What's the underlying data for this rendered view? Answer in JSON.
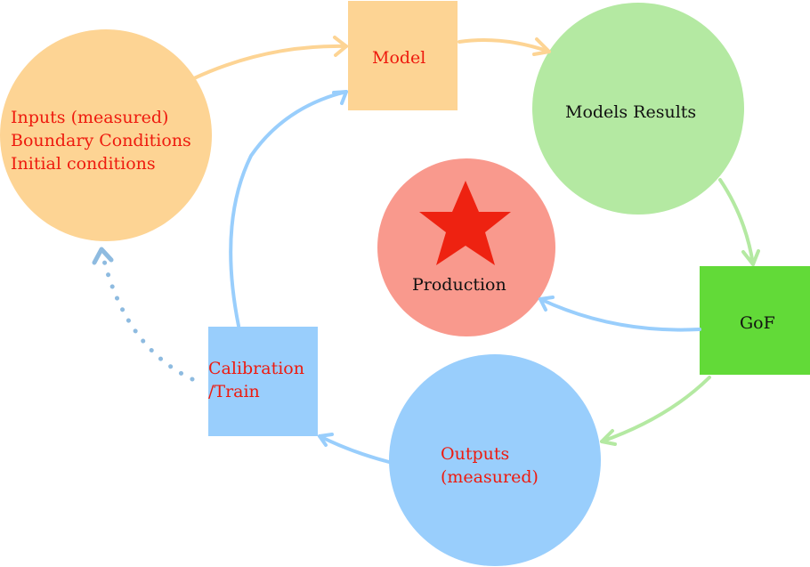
{
  "diagram": {
    "type": "workflow-cycle",
    "colors": {
      "orange_fill": "#FDD494",
      "green_light_fill": "#B4E9A2",
      "green_dark_fill": "#62DA38",
      "red_fill": "#F9998D",
      "blue_fill": "#99CEFC",
      "star": "#EE2211",
      "text_red": "#EE1A0E",
      "text_black": "#111111",
      "arrow_orange": "#FDD494",
      "arrow_green": "#B4E9A2",
      "arrow_blue": "#99CEFC",
      "arrow_dotted": "#8EBBE0"
    },
    "nodes": [
      {
        "id": "inputs",
        "shape": "circle",
        "lines": [
          "Inputs (measured)",
          "Boundary Conditions",
          "Initial conditions"
        ],
        "text_color": "red"
      },
      {
        "id": "model",
        "shape": "square",
        "lines": [
          "Model"
        ],
        "text_color": "red"
      },
      {
        "id": "models_results",
        "shape": "circle",
        "lines": [
          "Models Results"
        ],
        "text_color": "black"
      },
      {
        "id": "production",
        "shape": "circle",
        "lines": [
          "Production"
        ],
        "text_color": "black",
        "icon": "star-icon"
      },
      {
        "id": "gof",
        "shape": "square",
        "lines": [
          "GoF"
        ],
        "text_color": "black"
      },
      {
        "id": "outputs",
        "shape": "circle",
        "lines": [
          "Outputs",
          "(measured)"
        ],
        "text_color": "red"
      },
      {
        "id": "calibration",
        "shape": "square",
        "lines": [
          "Calibration",
          "/Train"
        ],
        "text_color": "red"
      }
    ],
    "edges": [
      {
        "from": "inputs",
        "to": "model",
        "style": "solid",
        "color": "orange"
      },
      {
        "from": "model",
        "to": "models_results",
        "style": "solid",
        "color": "orange"
      },
      {
        "from": "models_results",
        "to": "gof",
        "style": "solid",
        "color": "green"
      },
      {
        "from": "gof",
        "to": "production",
        "style": "solid",
        "color": "blue"
      },
      {
        "from": "gof",
        "to": "outputs",
        "style": "solid",
        "color": "green"
      },
      {
        "from": "outputs",
        "to": "calibration",
        "style": "solid",
        "color": "blue"
      },
      {
        "from": "calibration",
        "to": "model",
        "style": "solid",
        "color": "blue"
      },
      {
        "from": "calibration",
        "to": "inputs",
        "style": "dotted",
        "color": "blue"
      }
    ]
  }
}
